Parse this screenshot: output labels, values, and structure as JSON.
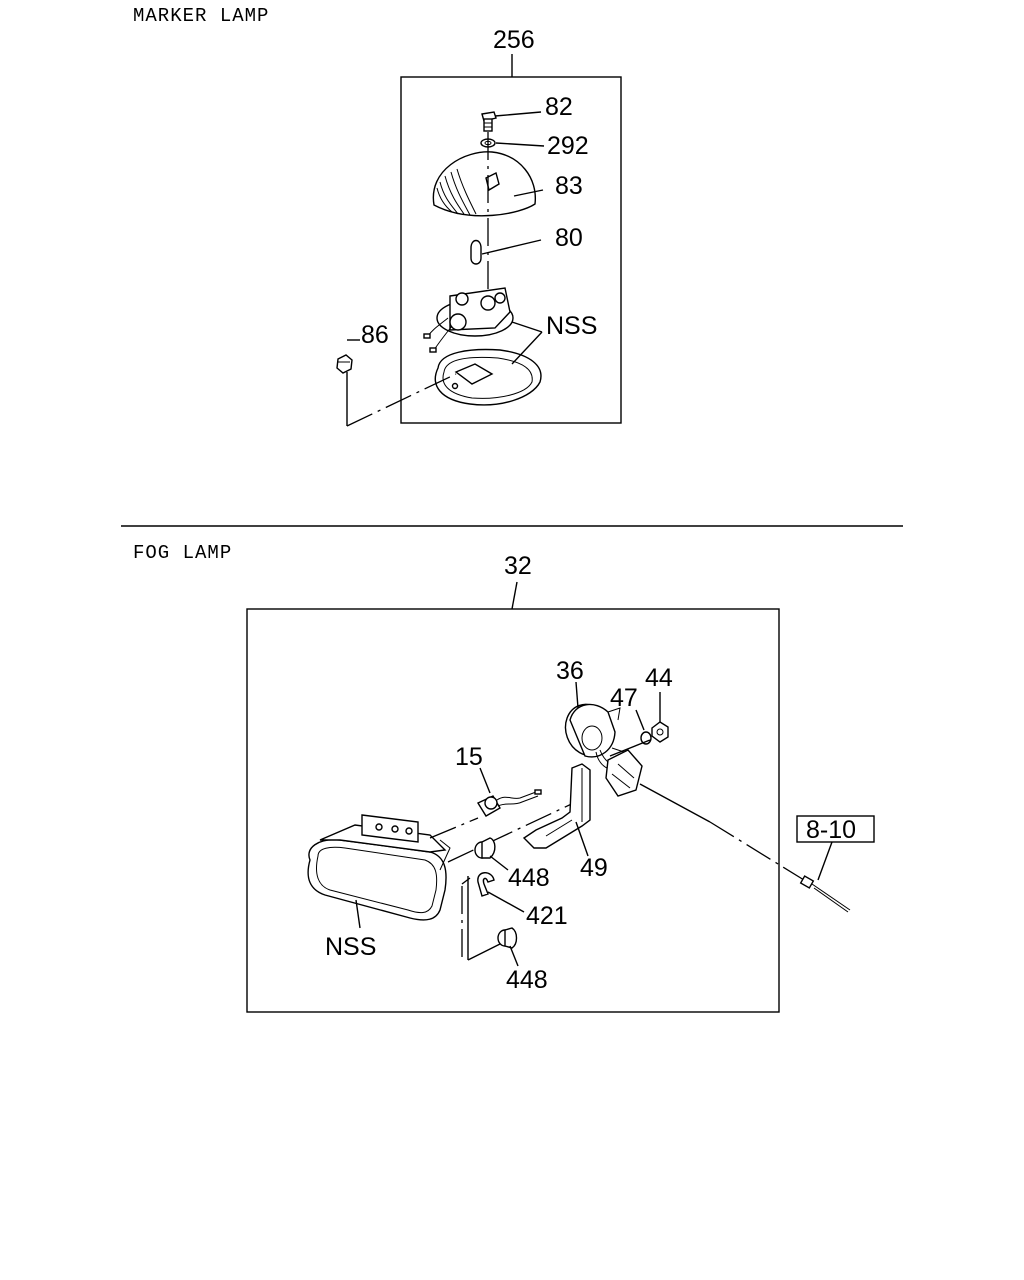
{
  "sections": {
    "marker_lamp": {
      "title": "MARKER LAMP",
      "assembly_no": "256",
      "labels": {
        "screw": "82",
        "washer": "292",
        "lens": "83",
        "bulb": "80",
        "socket_nss": "NSS",
        "nut": "86"
      }
    },
    "fog_lamp": {
      "title": "FOG LAMP",
      "assembly_no": "32",
      "labels": {
        "bulb": "15",
        "cover": "36",
        "washer": "47",
        "nut": "44",
        "ref": "8-10",
        "bracket": "49",
        "grommet_upper": "448",
        "clip": "421",
        "grommet_lower": "448",
        "housing_nss": "NSS"
      }
    }
  }
}
